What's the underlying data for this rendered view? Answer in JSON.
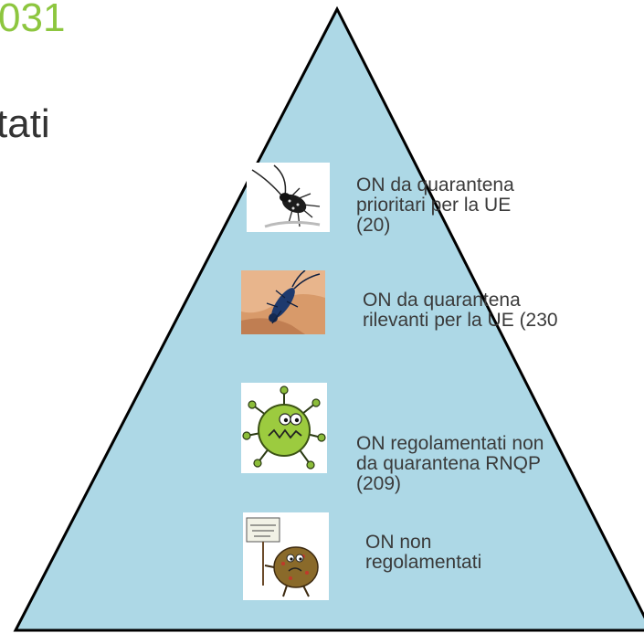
{
  "slide": {
    "title": "031",
    "subtitle": "tati"
  },
  "pyramid": {
    "fill": "#add8e6",
    "stroke": "#000000",
    "tiers": [
      {
        "image_icon": "longhorn-beetle-icon",
        "label": "ON da quarantena\nprioritari per la UE\n(20)"
      },
      {
        "image_icon": "beetle-on-hand-icon",
        "label": "ON da quarantena\nrilevanti per la UE (230"
      },
      {
        "image_icon": "green-germ-icon",
        "label": "ON regolamentati non\nda quarantena RNQP\n(209)"
      },
      {
        "image_icon": "brown-bug-with-sign-icon",
        "label": "ON non\nregolamentati"
      }
    ]
  }
}
